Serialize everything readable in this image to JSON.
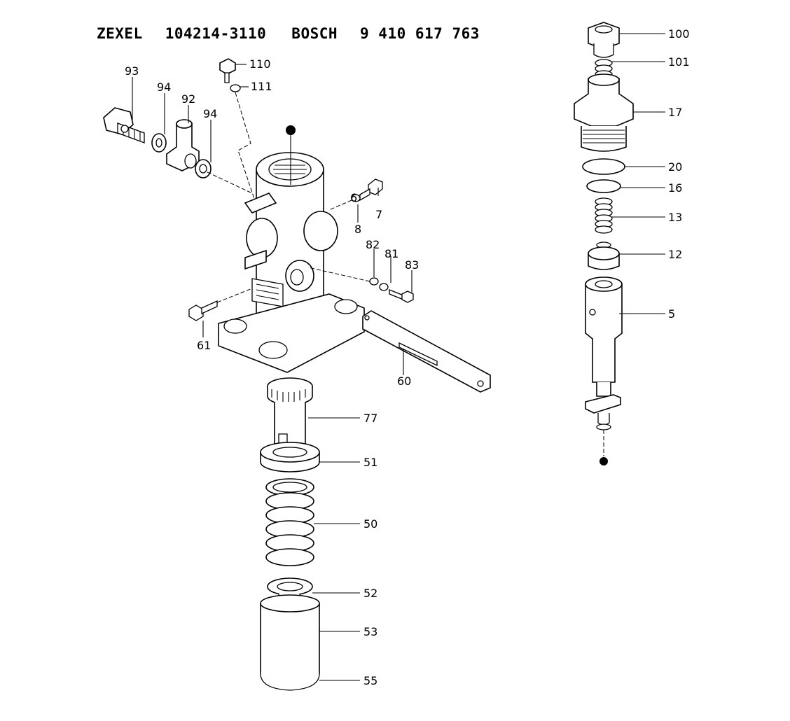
{
  "header": {
    "brand1": "ZEXEL",
    "code1": "104214-3110",
    "brand2": "BOSCH",
    "code2": "9 410 617 763"
  },
  "labels": {
    "p93": "93",
    "p94a": "94",
    "p92": "92",
    "p94b": "94",
    "p110": "110",
    "p111": "111",
    "p6": "6",
    "p7": "7",
    "p8": "8",
    "p82": "82",
    "p81": "81",
    "p83": "83",
    "p61": "61",
    "p60": "60",
    "p77": "77",
    "p51": "51",
    "p50": "50",
    "p52": "52",
    "p53": "53",
    "p55": "55",
    "p100": "100",
    "p101": "101",
    "p17": "17",
    "p20": "20",
    "p16": "16",
    "p13": "13",
    "p12": "12",
    "p5": "5"
  }
}
